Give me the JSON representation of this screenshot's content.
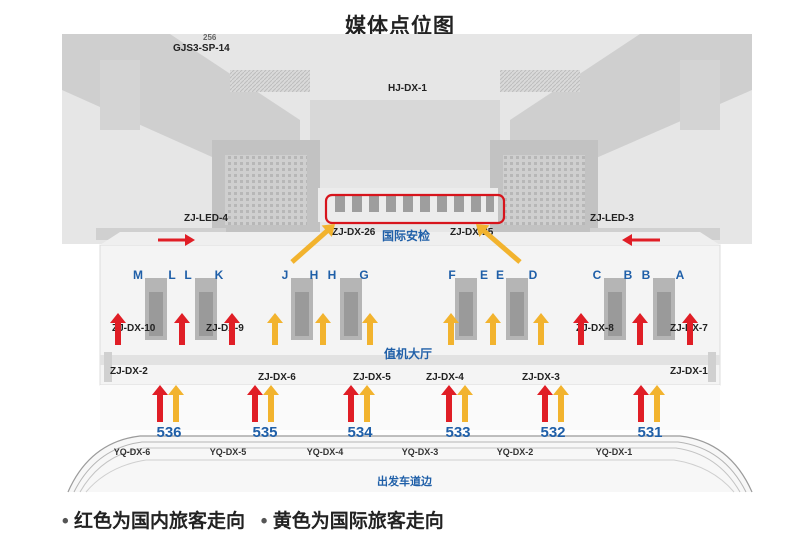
{
  "title": "媒体点位图",
  "legend": {
    "domestic": "红色为国内旅客走向",
    "international": "黄色为国际旅客走向",
    "bullet": "•"
  },
  "colors": {
    "domestic_arrow": "#e01e26",
    "international_arrow": "#f2b32e",
    "highlight_box": "#d7141c",
    "area_label": "#1f5fa8",
    "building_fill": "#c9c9c9",
    "building_dark": "#a8a8a8",
    "hall_fill": "#f4f4f4"
  },
  "labels": {
    "gjs3": "GJS3-SP-14",
    "gjs3_num": "256",
    "hj_dx_1": "HJ-DX-1",
    "zj_led_4": "ZJ-LED-4",
    "zj_led_3": "ZJ-LED-3",
    "zj_dx_26": "ZJ-DX-26",
    "zj_dx_25": "ZJ-DX-25",
    "zj_dx_10": "ZJ-DX-10",
    "zj_dx_9": "ZJ-DX-9",
    "zj_dx_8": "ZJ-DX-8",
    "zj_dx_7": "ZJ-DX-7",
    "zj_dx_2": "ZJ-DX-2",
    "zj_dx_1": "ZJ-DX-1",
    "zj_dx_6": "ZJ-DX-6",
    "zj_dx_5": "ZJ-DX-5",
    "zj_dx_4": "ZJ-DX-4",
    "zj_dx_3": "ZJ-DX-3",
    "security": "国际安检",
    "checkin_hall": "值机大厅",
    "departure_road": "出发车道边"
  },
  "counters": [
    "M",
    "L",
    "L",
    "K",
    "J",
    "H",
    "H",
    "G",
    "F",
    "E",
    "E",
    "D",
    "C",
    "B",
    "B",
    "A"
  ],
  "doors": [
    "536",
    "535",
    "534",
    "533",
    "532",
    "531"
  ],
  "road_points": [
    "YQ-DX-6",
    "YQ-DX-5",
    "YQ-DX-4",
    "YQ-DX-3",
    "YQ-DX-2",
    "YQ-DX-1"
  ]
}
